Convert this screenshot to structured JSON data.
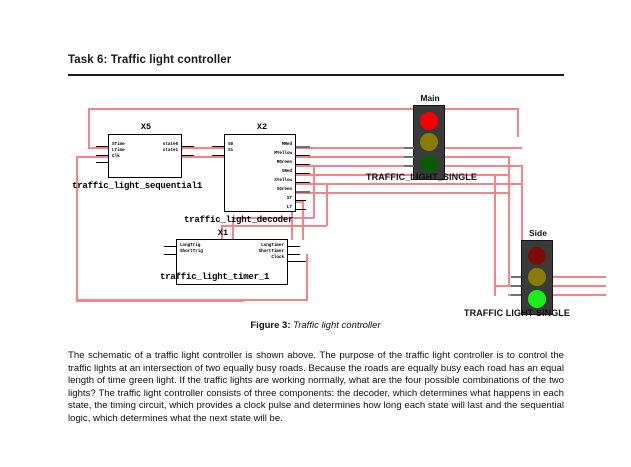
{
  "page": {
    "title": "Task 6: Traffic light controller"
  },
  "figure": {
    "caption_label": "Figure 3:",
    "caption_text": "Traffic light controller",
    "blocks": [
      {
        "ref": "X5",
        "name": "traffic_light_sequential1",
        "inputs": [
          "STime",
          "LTime",
          "Clk"
        ],
        "outputs": [
          "state0",
          "state1"
        ]
      },
      {
        "ref": "X2",
        "name": "traffic_light_decoder",
        "inputs": [
          "S0",
          "S1"
        ],
        "outputs": [
          "MRed",
          "MYellow",
          "MGreen",
          "SRed",
          "SYellow",
          "SGreen",
          "ST",
          "LT"
        ]
      },
      {
        "ref": "X1",
        "name": "traffic_light_timer_1",
        "inputs": [
          "LongTrig",
          "ShortTrig"
        ],
        "outputs": [
          "LongTimer",
          "ShortTimer",
          "Clock"
        ]
      }
    ],
    "traffic_lights": [
      {
        "title": "Main",
        "label": "TRAFFIC_LIGHT_SINGLE",
        "lamps": [
          {
            "name": "red-lamp",
            "color": "#f80000",
            "state": "on"
          },
          {
            "name": "yellow-lamp",
            "color": "#8a7a06",
            "state": "off"
          },
          {
            "name": "green-lamp",
            "color": "#0a5a0a",
            "state": "off"
          }
        ]
      },
      {
        "title": "Side",
        "label": "TRAFFIC LIGHT SINGLE",
        "lamps": [
          {
            "name": "red-lamp",
            "color": "#7d0d0d",
            "state": "off"
          },
          {
            "name": "yellow-lamp",
            "color": "#8a7a06",
            "state": "off"
          },
          {
            "name": "green-lamp",
            "color": "#18ef18",
            "state": "on"
          }
        ]
      }
    ],
    "net_color": "#f4848a"
  },
  "body": {
    "paragraph": "The schematic of a traffic light controller is shown above. The purpose of the traffic light controller is to control the traffic lights at an intersection of two equally busy roads. Because the roads are equally busy each road has an equal length of time green light. If the traffic lights are working normally, what are the four possible combinations of the two lights? The traffic light controller consists of three components: the decoder, which determines what happens in each state, the timing circuit, which provides a clock pulse and determines how long each state will last and the sequential logic, which determines what the next state will be."
  }
}
